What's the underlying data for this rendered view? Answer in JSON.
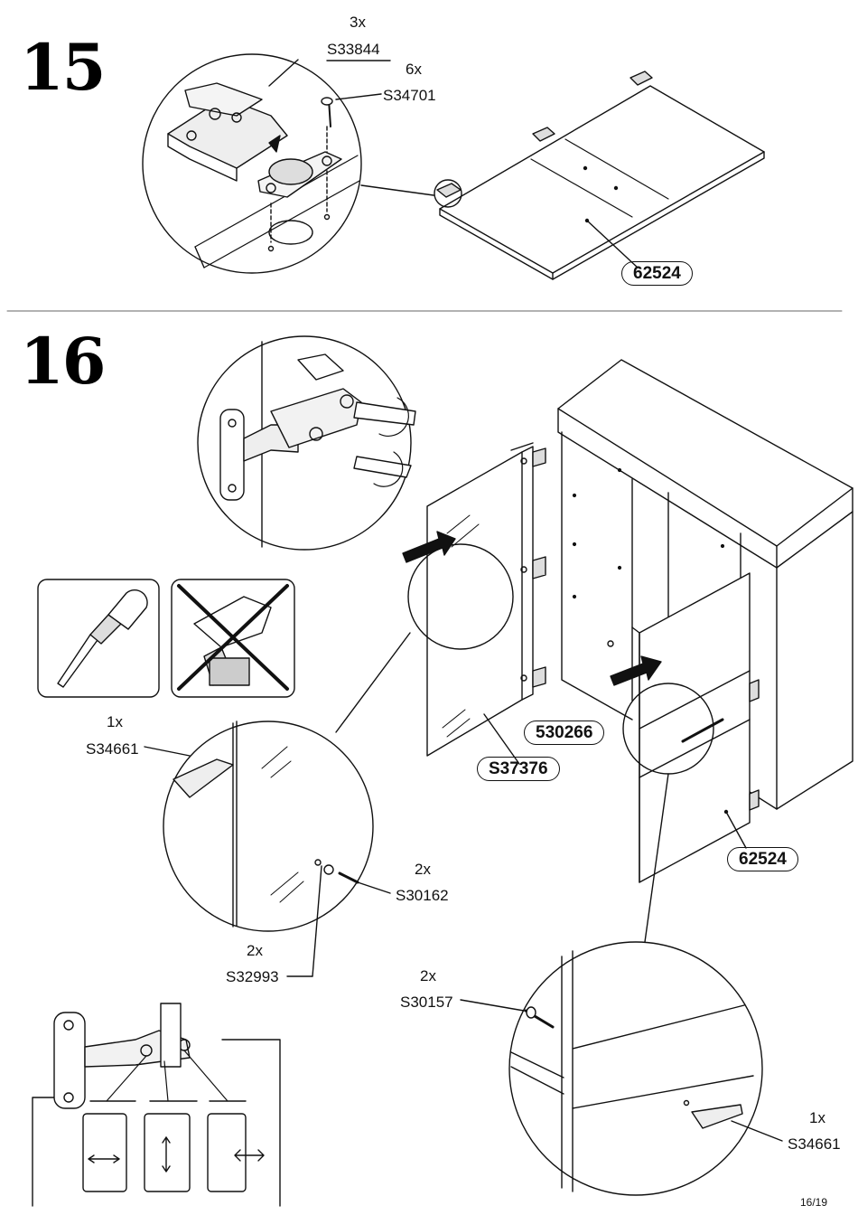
{
  "step15": {
    "number": "15",
    "callouts": [
      {
        "qty": "3x",
        "code": "S33844"
      },
      {
        "qty": "6x",
        "code": "S34701"
      }
    ],
    "part": "62524"
  },
  "step16": {
    "number": "16",
    "callouts": [
      {
        "qty": "1x",
        "code": "S34661"
      },
      {
        "qty": "2x",
        "code": "S30162"
      },
      {
        "qty": "2x",
        "code": "S32993"
      },
      {
        "qty": "2x",
        "code": "S30157"
      },
      {
        "qty": "1x",
        "code": "S34661"
      }
    ],
    "parts": [
      "530266",
      "S37376",
      "62524"
    ],
    "tools": {
      "allowed": "screwdriver-icon",
      "forbidden": "power-drill-icon"
    }
  },
  "page_number": "16/19"
}
